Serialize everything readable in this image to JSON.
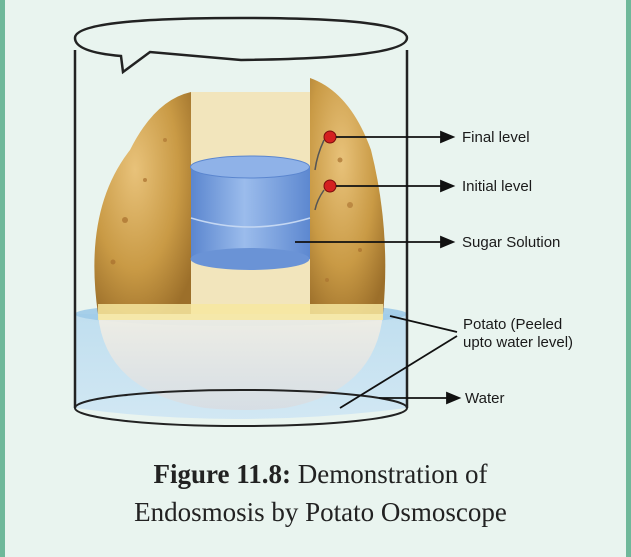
{
  "labels": {
    "final_level": "Final level",
    "initial_level": "Initial level",
    "sugar_solution": "Sugar Solution",
    "potato_line1": "Potato (Peeled",
    "potato_line2": "upto water level)",
    "water": "Water"
  },
  "caption": {
    "figure_number": "Figure 11.8:",
    "line1_rest": "Demonstration of",
    "line2": "Endosmosis by Potato Osmoscope"
  },
  "colors": {
    "frame_border": "#6fb89a",
    "background": "#e9f4ef",
    "potato_skin": "#c99a45",
    "sugar_solution": "#7ba3de",
    "water": "#bcdcf0",
    "level_marker": "#d42020"
  }
}
